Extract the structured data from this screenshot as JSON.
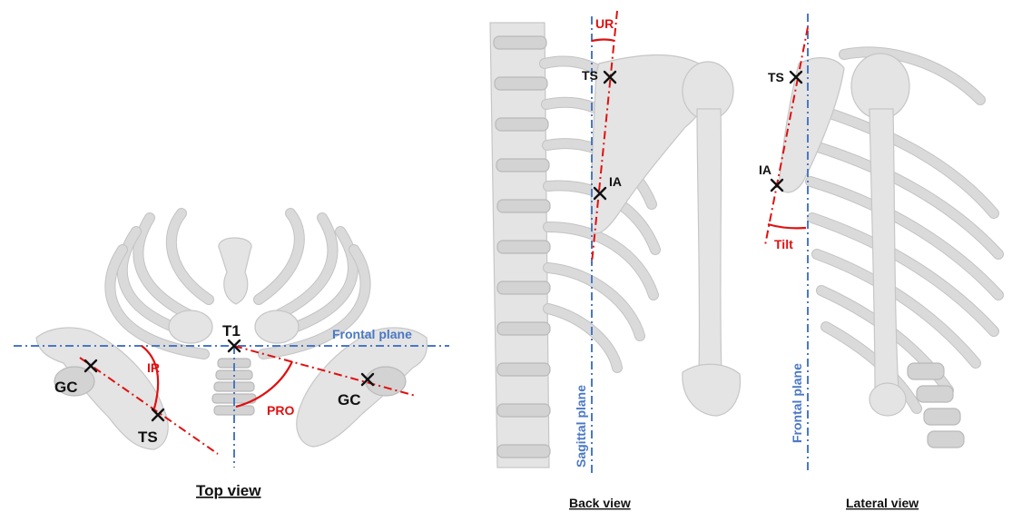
{
  "captions": {
    "top": "Top view",
    "back": "Back view",
    "lateral": "Lateral view"
  },
  "landmarks": {
    "t1": "T1",
    "gc_left": "GC",
    "gc_right": "GC",
    "ts_top": "TS",
    "ts_back": "TS",
    "ia_back": "IA",
    "ts_lateral": "TS",
    "ia_lateral": "IA"
  },
  "angles": {
    "ir": "IR",
    "pro": "PRO",
    "ur": "UR",
    "tilt": "Tilt"
  },
  "planes": {
    "frontal_top": "Frontal plane",
    "sagittal_back": "Sagittal plane",
    "frontal_lateral": "Frontal plane"
  },
  "colors": {
    "angle_red": "#e01010",
    "plane_blue": "#4a78c4",
    "bone_gray": "#e4e4e4"
  }
}
